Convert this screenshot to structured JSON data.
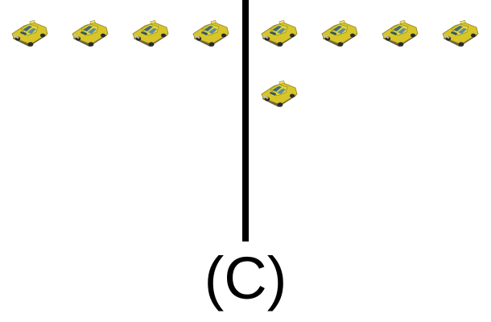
{
  "figure": {
    "label": "(C)"
  },
  "groups": {
    "left": {
      "count": 4,
      "icon": "taxi-icon"
    },
    "right": {
      "count": 5,
      "icon": "taxi-icon"
    }
  },
  "colors": {
    "taxi_body": "#d7c52a",
    "taxi_shadow": "#a89a18",
    "divider": "#000000"
  }
}
